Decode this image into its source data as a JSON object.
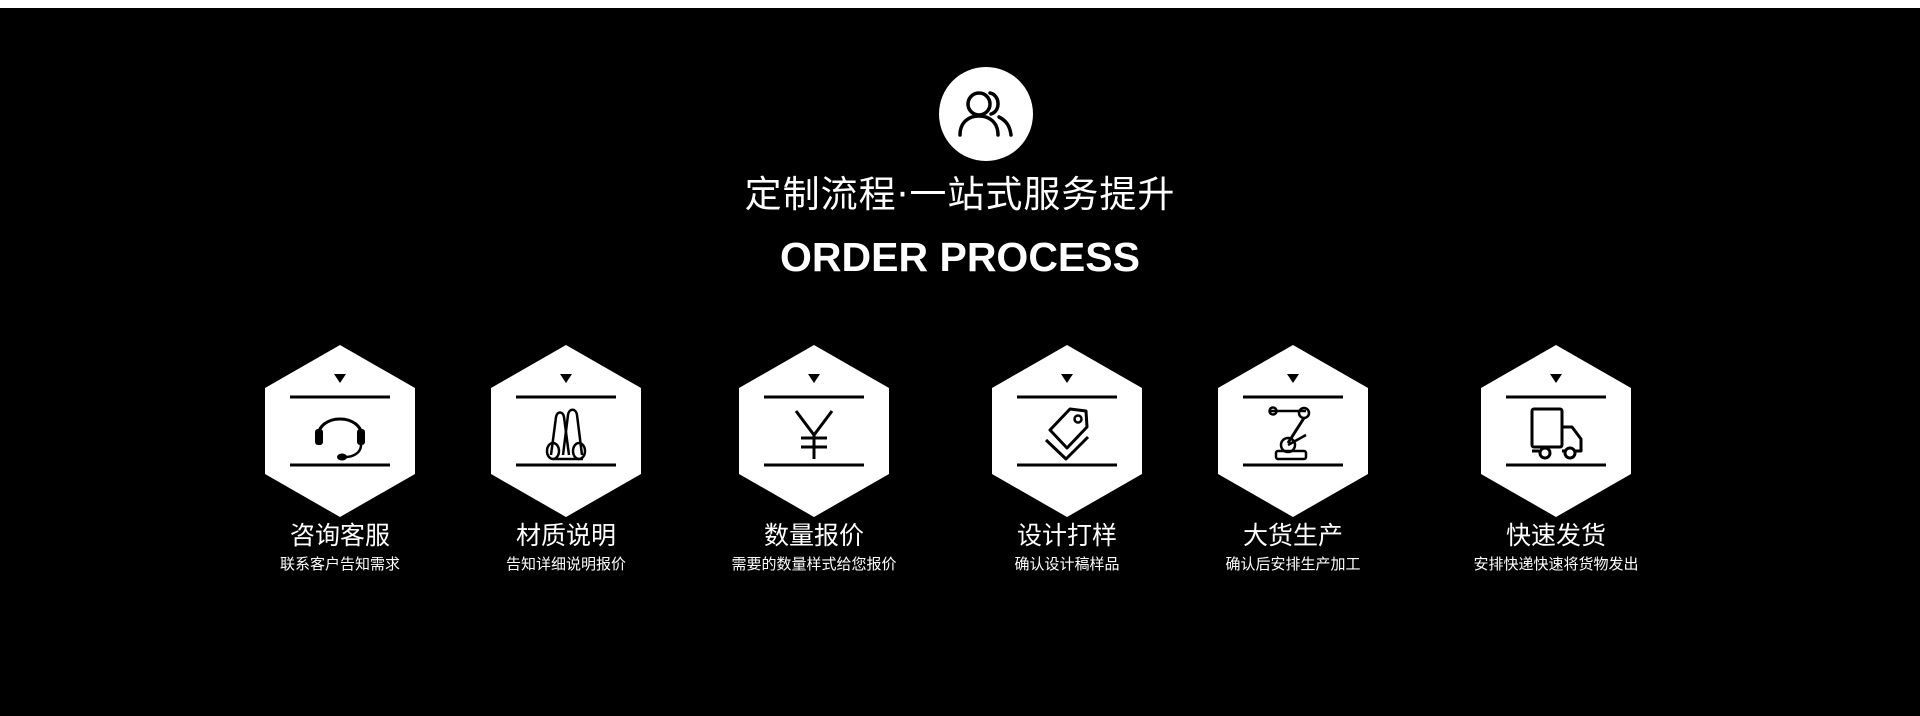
{
  "header": {
    "title_cn": "定制流程·一站式服务提升",
    "title_en": "ORDER PROCESS",
    "icon": "user-group-icon"
  },
  "colors": {
    "background": "#000000",
    "foreground": "#ffffff",
    "icon_stroke": "#000000"
  },
  "steps": [
    {
      "title": "咨询客服",
      "desc": "联系客户告知需求",
      "icon": "headset-icon"
    },
    {
      "title": "材质说明",
      "desc": "告知详细说明报价",
      "icon": "material-rolls-icon"
    },
    {
      "title": "数量报价",
      "desc": "需要的数量样式给您报价",
      "icon": "yen-icon"
    },
    {
      "title": "设计打样",
      "desc": "确认设计稿样品",
      "icon": "tag-icon"
    },
    {
      "title": "大货生产",
      "desc": "确认后安排生产加工",
      "icon": "robot-arm-icon"
    },
    {
      "title": "快速发货",
      "desc": "安排快递快速将货物发出",
      "icon": "truck-icon"
    }
  ]
}
